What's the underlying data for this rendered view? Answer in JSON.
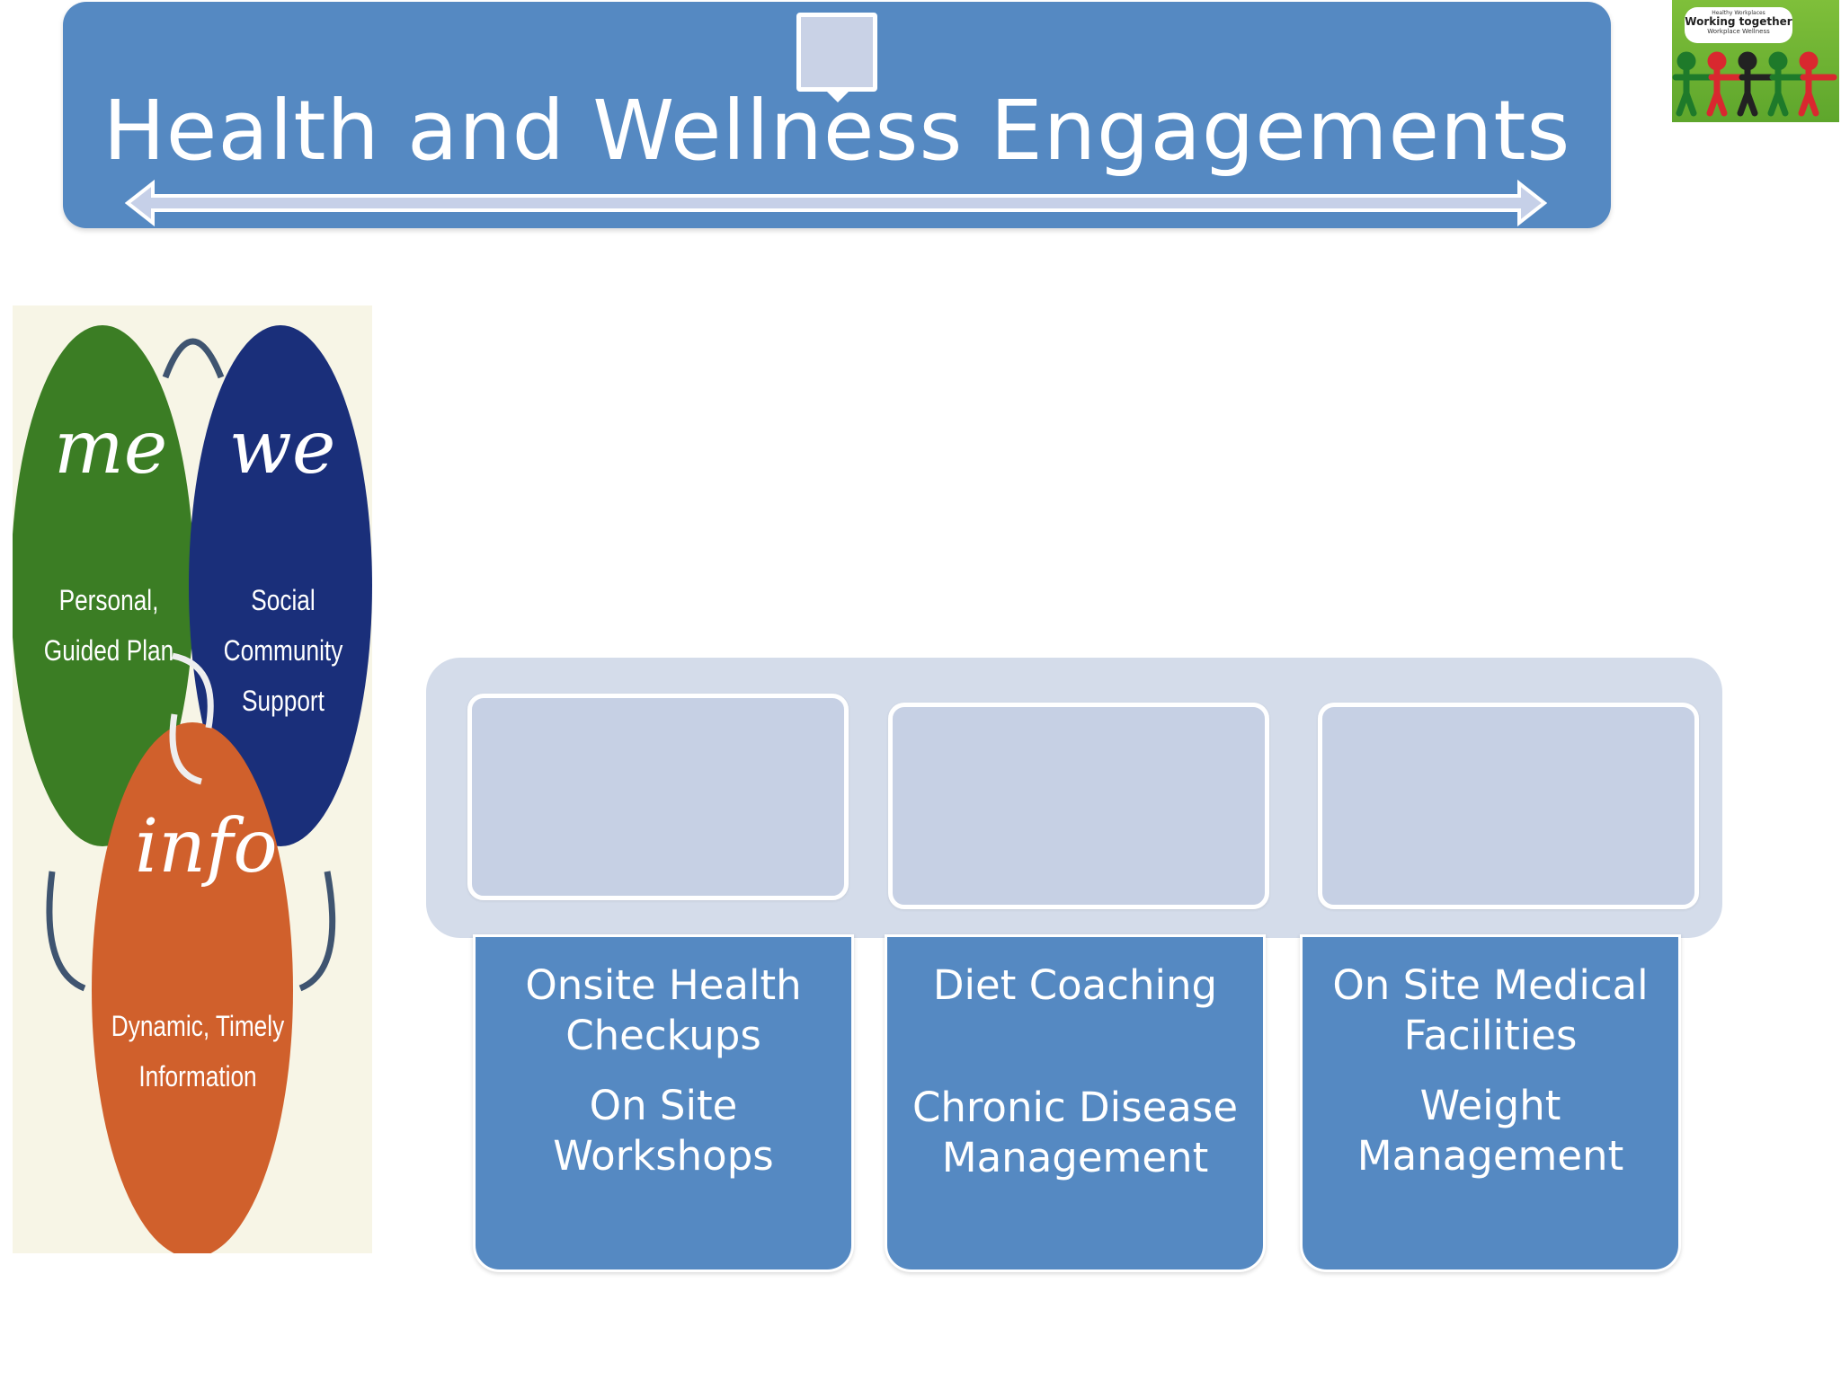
{
  "title": "Health and Wellness Engagements",
  "logo": {
    "small_text": "Healthy Workplaces",
    "main_text": "Working together",
    "sub_text": "Workplace Wellness"
  },
  "venn": {
    "me": {
      "word": "me",
      "lines": [
        "Personal,",
        "Guided Plan"
      ],
      "color": "#3b7d24"
    },
    "we": {
      "word": "we",
      "lines": [
        "Social",
        "Community",
        "Support"
      ],
      "color": "#1a2f7a"
    },
    "info": {
      "word": "info",
      "lines": [
        "Dynamic, Timely",
        "Information"
      ],
      "color": "#d0602c"
    }
  },
  "columns": [
    {
      "first": [
        "Onsite Health",
        "Checkups"
      ],
      "second": [
        "On Site",
        "Workshops"
      ]
    },
    {
      "first": [
        "Diet Coaching"
      ],
      "second": [
        "Chronic Disease",
        "Management"
      ]
    },
    {
      "first": [
        "On Site Medical",
        "Facilities"
      ],
      "second": [
        "Weight",
        "Management"
      ]
    }
  ],
  "colors": {
    "banner": "#5589c2",
    "panel": "#d4dcea",
    "box": "#c6d0e4"
  }
}
